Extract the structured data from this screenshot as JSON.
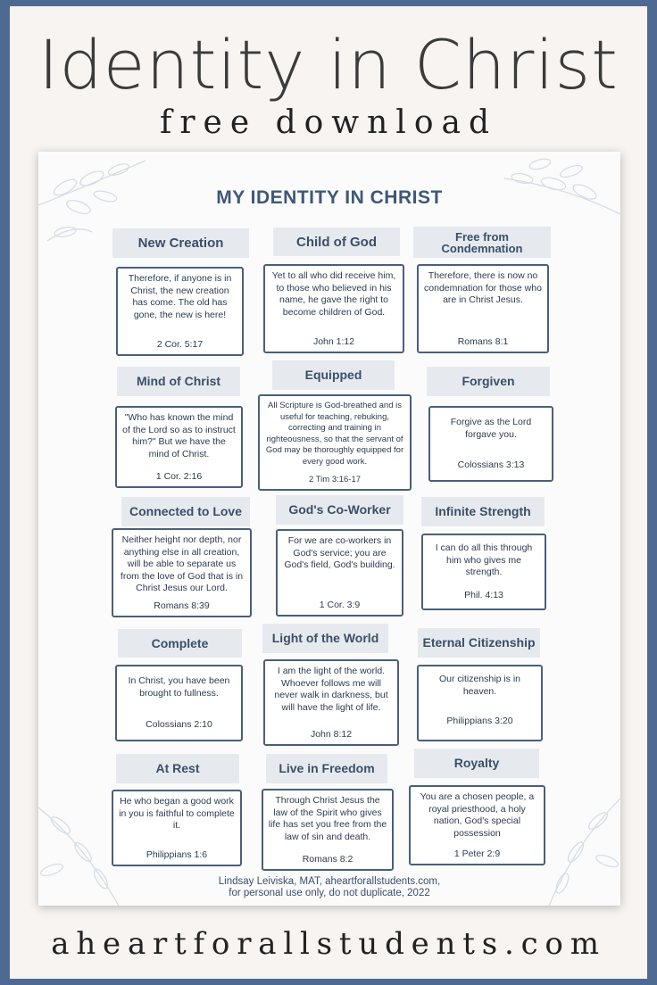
{
  "header": {
    "title": "Identity in Christ",
    "subtitle": "free download"
  },
  "sheet": {
    "title": "MY IDENTITY IN CHRIST",
    "items": [
      {
        "label": "New Creation",
        "verse": "Therefore, if anyone is in Christ, the new creation has come.  The old has gone, the new is here!",
        "ref": "2 Cor. 5:17"
      },
      {
        "label": "Child of God",
        "verse": "Yet to all who did receive him, to those who believed in his name, he gave the right to become children of God.",
        "ref": "John 1:12"
      },
      {
        "label": "Free from Condemnation",
        "verse": "Therefore, there is now no condemnation for those who are in Christ Jesus.",
        "ref": "Romans 8:1"
      },
      {
        "label": "Mind of Christ",
        "verse": "\"Who has known the mind of the Lord  so as to instruct him?\"  But we have the mind of Christ.",
        "ref": "1 Cor. 2:16"
      },
      {
        "label": "Equipped",
        "verse": "All Scripture is God-breathed and is useful for teaching, rebuking, correcting and training in righteousness, so that the servant of God may be thoroughly equipped for every good work.",
        "ref": "2 Tim 3:16-17"
      },
      {
        "label": "Forgiven",
        "verse": "Forgive as the Lord forgave you.",
        "ref": "Colossians 3:13"
      },
      {
        "label": "Connected to Love",
        "verse": "Neither height nor depth, nor anything else in all creation, will be able to separate us from the love of God that is in Christ Jesus our Lord.",
        "ref": "Romans 8:39"
      },
      {
        "label": "God's Co-Worker",
        "verse": "For we are co-workers in God's service; you are God's field, God's building.",
        "ref": "1 Cor. 3:9"
      },
      {
        "label": "Infinite Strength",
        "verse": "I can do all this through him who gives me strength.",
        "ref": "Phil. 4:13"
      },
      {
        "label": "Complete",
        "verse": "In Christ, you have been brought to fullness.",
        "ref": "Colossians 2:10"
      },
      {
        "label": "Light of the World",
        "verse": "I am the light of the world. Whoever follows me will never walk in darkness, but will have the light of life.",
        "ref": "John 8:12"
      },
      {
        "label": "Eternal Citizenship",
        "verse": "Our citizenship is in heaven.",
        "ref": "Philippians 3:20"
      },
      {
        "label": "At Rest",
        "verse": "He who began a good work in you is faithful to complete it.",
        "ref": "Philippians 1:6"
      },
      {
        "label": "Live in Freedom",
        "verse": "Through Christ Jesus the law of the Spirit who gives life has set you free from the law of sin and death.",
        "ref": "Romans 8:2"
      },
      {
        "label": "Royalty",
        "verse": "You are a chosen people, a royal priesthood, a holy nation, God's special possession",
        "ref": "1 Peter 2:9"
      }
    ],
    "footer_line1": "Lindsay Leiviska, MAT, aheartforallstudents.com,",
    "footer_line2": "for personal use only, do not duplicate, 2022"
  },
  "site": "aheartforallstudents.com",
  "colors": {
    "border": "#4e6a93",
    "heading": "#3d5878",
    "label_bg": "#e6eaee",
    "card_border": "#4a5f7b"
  }
}
